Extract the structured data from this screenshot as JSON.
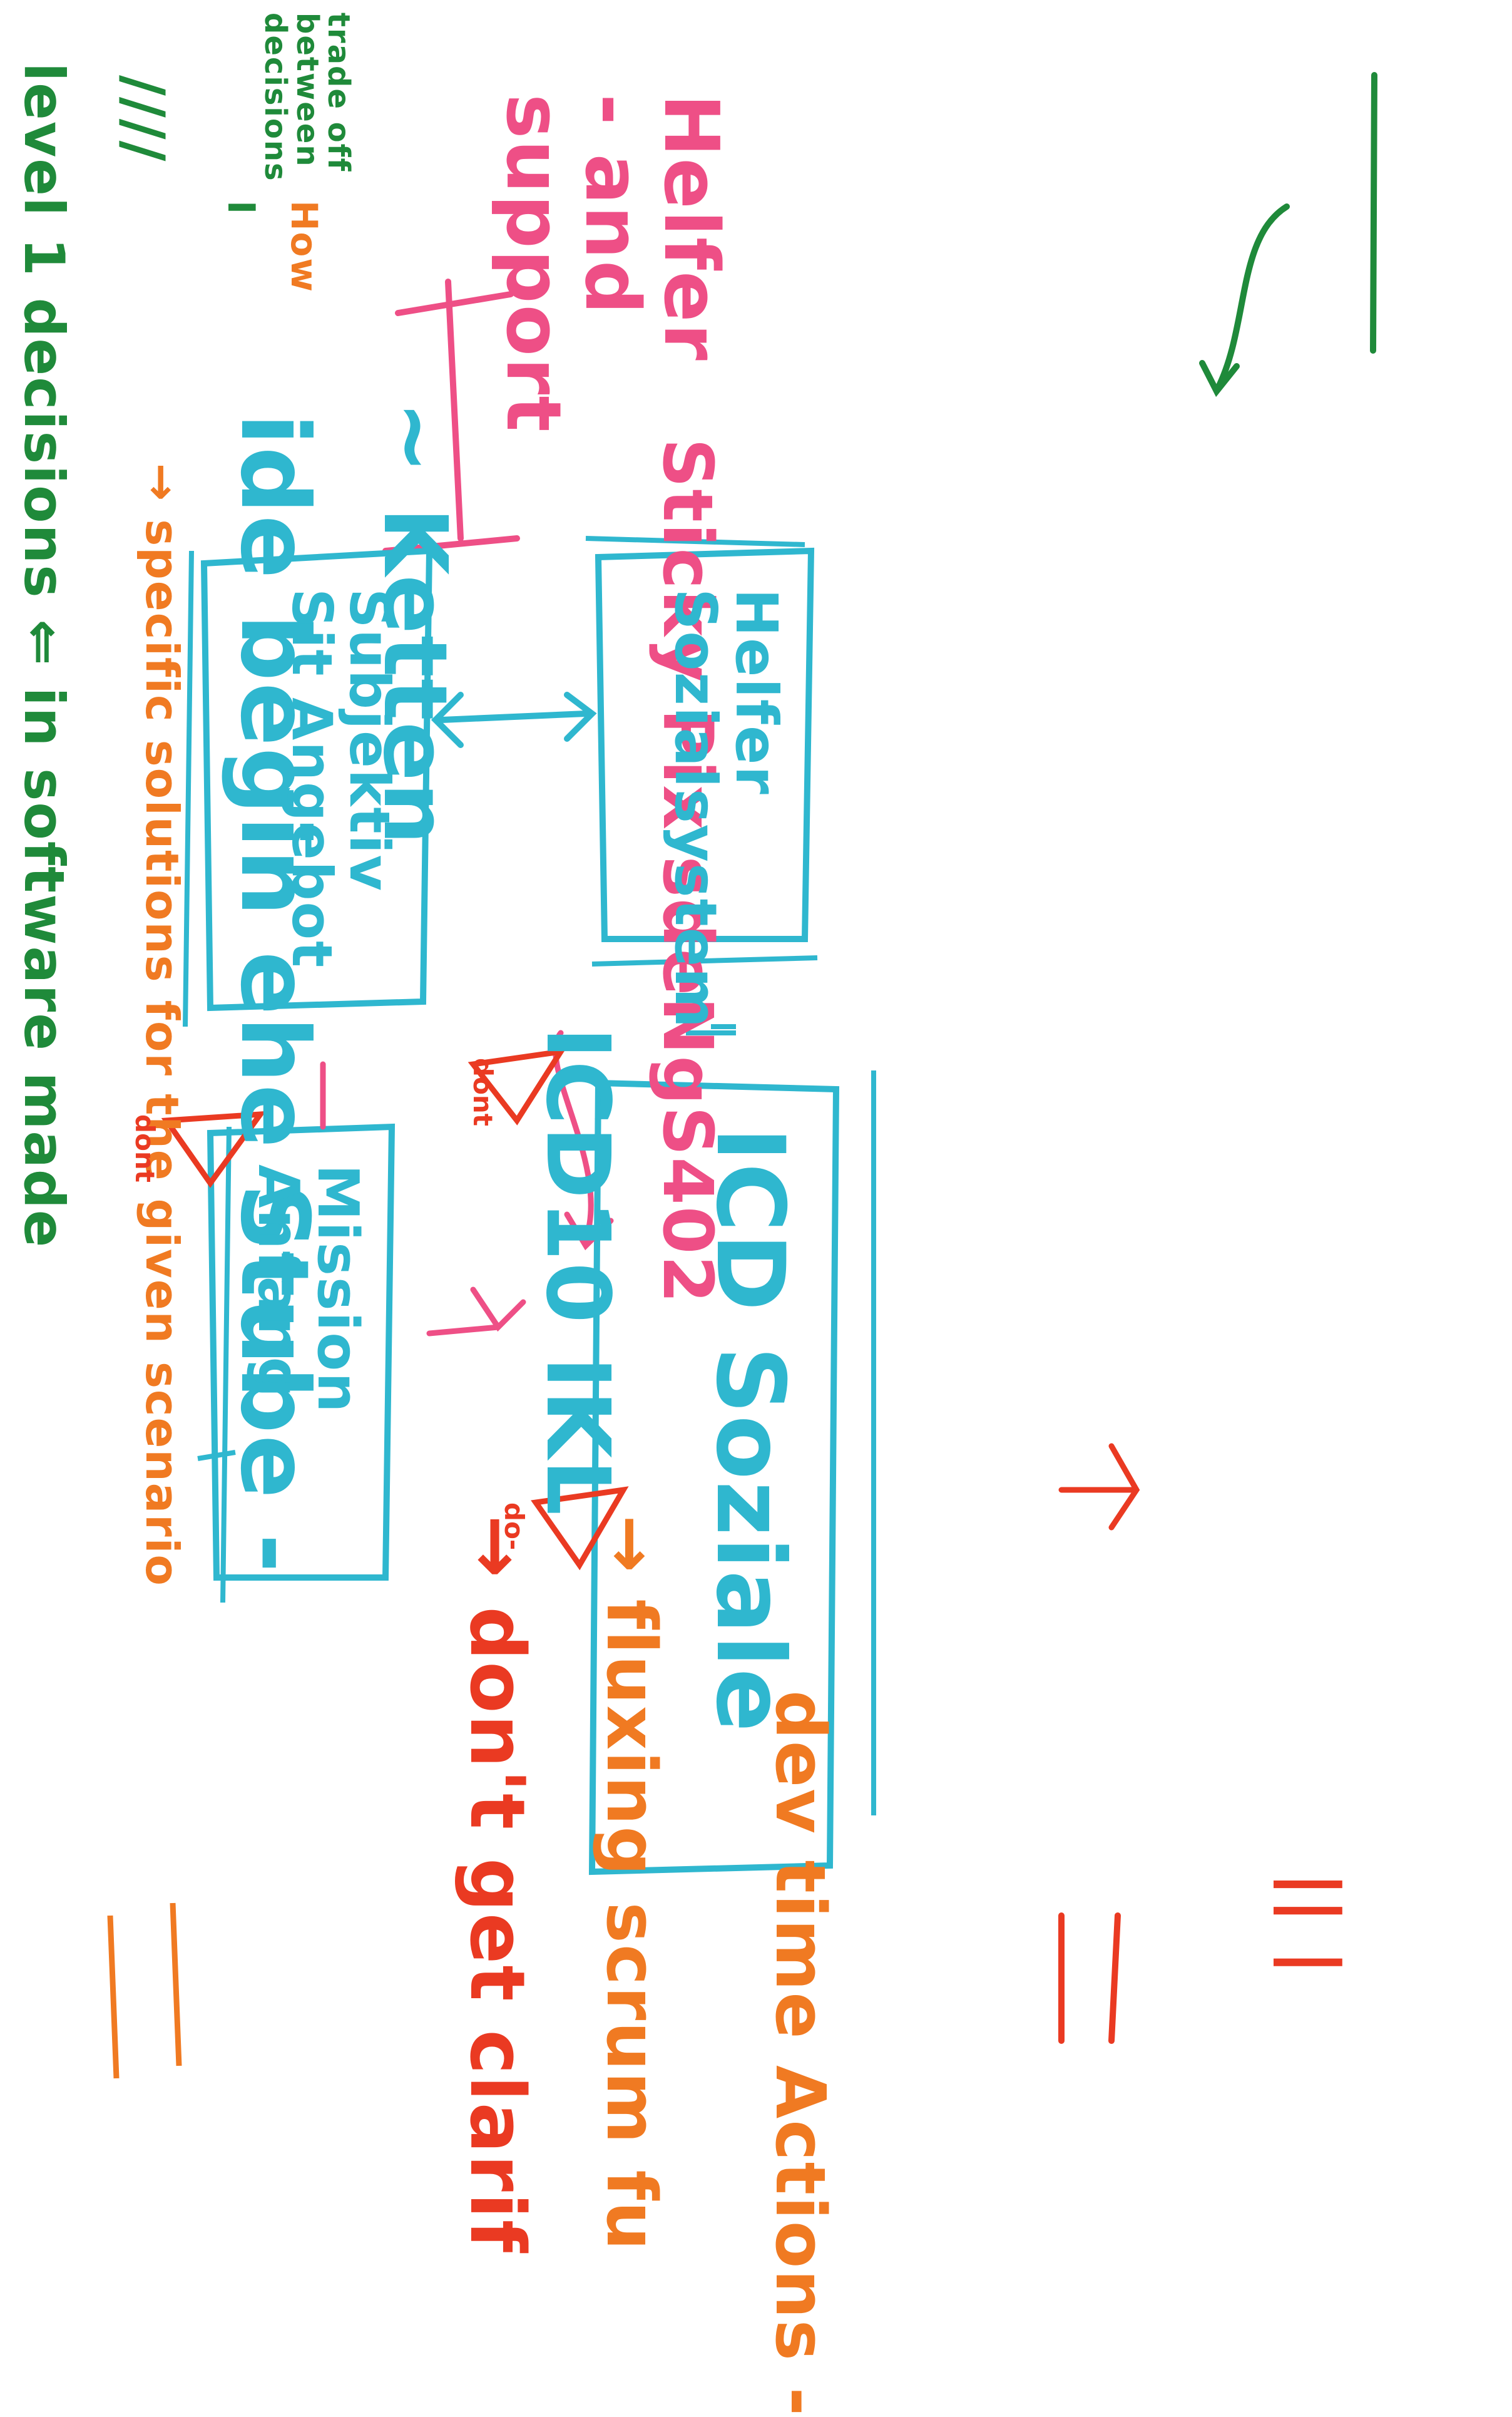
{
  "notes": {
    "top_line": "level 1 decisions ⇐ in software made",
    "top_marks": "////",
    "trade_off": "trade off between decisions",
    "trade_off_sign": "I",
    "how": "How",
    "specific": "→ specific solutions for the given scenario",
    "helfer": "Helfer - and support",
    "ide_line": "ide begin ehe Stube -",
    "chain": "~ Ketten",
    "sticky": "Sticky Pix sdeNgS402",
    "icd": "ICD10 IKL",
    "dont_get": "→ don't get clarif",
    "fluxing": "→ fluxing scrum fu",
    "dev_time": "dev time Actions -",
    "tally_bottom": "|| |"
  },
  "boxes": {
    "helper_box": "Helfer Sozialsystem",
    "subject_box": "Subjektiv Sit Angebot",
    "icd_box": "ICD Soziale",
    "mission_box": "Mission Anfang"
  },
  "warnings": {
    "w1": "dont",
    "w2": "dont",
    "w3": "do-"
  },
  "colors": {
    "green": "#1f8a3a",
    "orange": "#f07a22",
    "pink": "#ee4f86",
    "blue": "#2fb7cf",
    "red": "#ea3a22"
  }
}
